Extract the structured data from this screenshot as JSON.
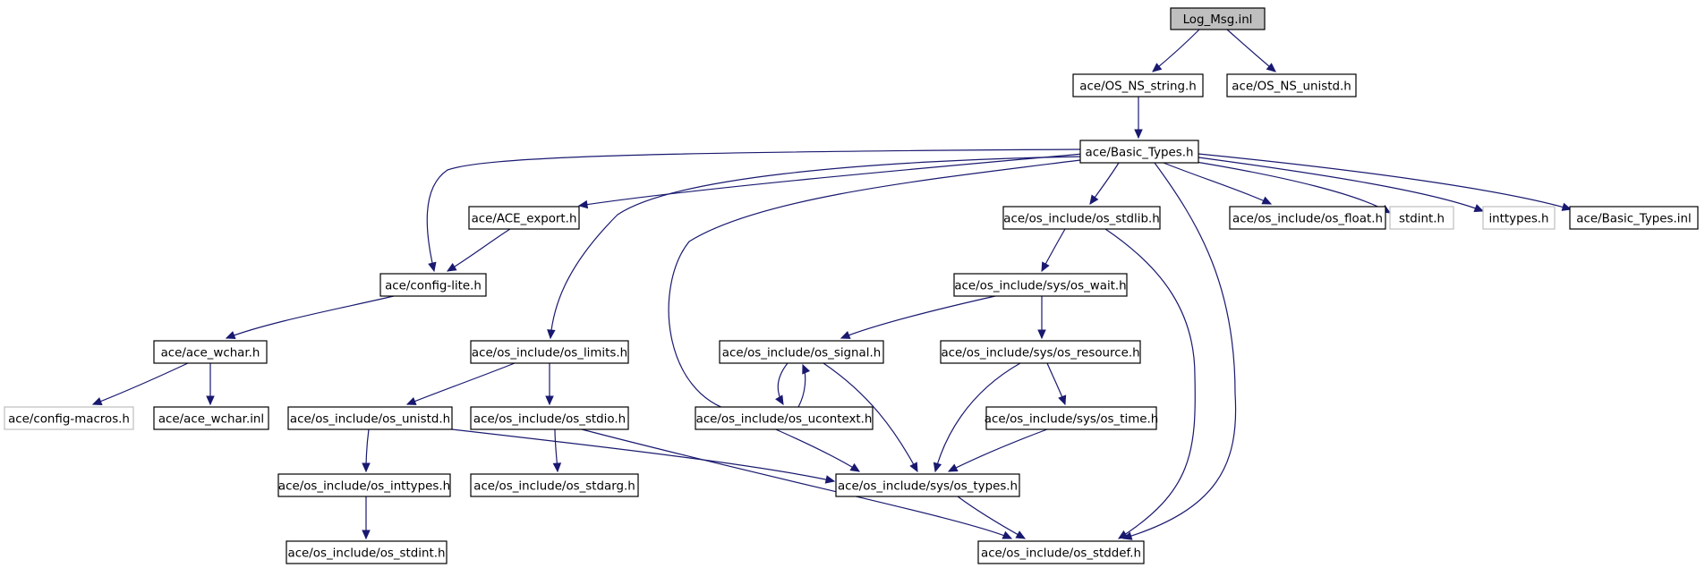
{
  "graph": {
    "colors": {
      "edge": "#191970",
      "node_border": "#000000",
      "missing_border": "#bfbfbf",
      "root_fill": "#bfbfbf",
      "background": "#ffffff"
    },
    "nodes": [
      {
        "id": "log_msg",
        "label": "Log_Msg.inl",
        "root": true
      },
      {
        "id": "os_ns_string",
        "label": "ace/OS_NS_string.h"
      },
      {
        "id": "os_ns_unistd",
        "label": "ace/OS_NS_unistd.h"
      },
      {
        "id": "basic_types",
        "label": "ace/Basic_Types.h"
      },
      {
        "id": "ace_export",
        "label": "ace/ACE_export.h"
      },
      {
        "id": "os_stdlib",
        "label": "ace/os_include/os_stdlib.h"
      },
      {
        "id": "os_float",
        "label": "ace/os_include/os_float.h"
      },
      {
        "id": "stdint",
        "label": "stdint.h",
        "missing": true
      },
      {
        "id": "inttypes",
        "label": "inttypes.h",
        "missing": true
      },
      {
        "id": "basic_types_inl",
        "label": "ace/Basic_Types.inl"
      },
      {
        "id": "config_lite",
        "label": "ace/config-lite.h"
      },
      {
        "id": "os_wait",
        "label": "ace/os_include/sys/os_wait.h"
      },
      {
        "id": "ace_wchar",
        "label": "ace/ace_wchar.h"
      },
      {
        "id": "os_limits",
        "label": "ace/os_include/os_limits.h"
      },
      {
        "id": "os_signal",
        "label": "ace/os_include/os_signal.h"
      },
      {
        "id": "os_resource",
        "label": "ace/os_include/sys/os_resource.h"
      },
      {
        "id": "config_macros",
        "label": "ace/config-macros.h",
        "missing": true
      },
      {
        "id": "ace_wchar_inl",
        "label": "ace/ace_wchar.inl"
      },
      {
        "id": "os_unistd",
        "label": "ace/os_include/os_unistd.h"
      },
      {
        "id": "os_stdio",
        "label": "ace/os_include/os_stdio.h"
      },
      {
        "id": "os_ucontext",
        "label": "ace/os_include/os_ucontext.h"
      },
      {
        "id": "os_time",
        "label": "ace/os_include/sys/os_time.h"
      },
      {
        "id": "os_inttypes",
        "label": "ace/os_include/os_inttypes.h"
      },
      {
        "id": "os_stdarg",
        "label": "ace/os_include/os_stdarg.h"
      },
      {
        "id": "os_types",
        "label": "ace/os_include/sys/os_types.h"
      },
      {
        "id": "os_stdint",
        "label": "ace/os_include/os_stdint.h"
      },
      {
        "id": "os_stddef",
        "label": "ace/os_include/os_stddef.h"
      }
    ],
    "edges": [
      [
        "log_msg",
        "os_ns_string"
      ],
      [
        "log_msg",
        "os_ns_unistd"
      ],
      [
        "os_ns_string",
        "basic_types"
      ],
      [
        "basic_types",
        "ace_export"
      ],
      [
        "basic_types",
        "os_stdlib"
      ],
      [
        "basic_types",
        "os_float"
      ],
      [
        "basic_types",
        "stdint"
      ],
      [
        "basic_types",
        "inttypes"
      ],
      [
        "basic_types",
        "basic_types_inl"
      ],
      [
        "basic_types",
        "config_lite"
      ],
      [
        "basic_types",
        "os_limits"
      ],
      [
        "basic_types",
        "os_types"
      ],
      [
        "basic_types",
        "os_stddef"
      ],
      [
        "ace_export",
        "config_lite"
      ],
      [
        "config_lite",
        "ace_wchar"
      ],
      [
        "ace_wchar",
        "config_macros"
      ],
      [
        "ace_wchar",
        "ace_wchar_inl"
      ],
      [
        "os_stdlib",
        "os_wait"
      ],
      [
        "os_stdlib",
        "os_stddef"
      ],
      [
        "os_wait",
        "os_signal"
      ],
      [
        "os_wait",
        "os_resource"
      ],
      [
        "os_limits",
        "os_unistd"
      ],
      [
        "os_limits",
        "os_stdio"
      ],
      [
        "os_signal",
        "os_ucontext"
      ],
      [
        "os_ucontext",
        "os_signal"
      ],
      [
        "os_signal",
        "os_types"
      ],
      [
        "os_resource",
        "os_time"
      ],
      [
        "os_resource",
        "os_types"
      ],
      [
        "os_time",
        "os_types"
      ],
      [
        "os_unistd",
        "os_inttypes"
      ],
      [
        "os_unistd",
        "os_types"
      ],
      [
        "os_stdio",
        "os_stdarg"
      ],
      [
        "os_stdio",
        "os_stddef"
      ],
      [
        "os_inttypes",
        "os_stdint"
      ],
      [
        "os_types",
        "os_stddef"
      ]
    ]
  }
}
